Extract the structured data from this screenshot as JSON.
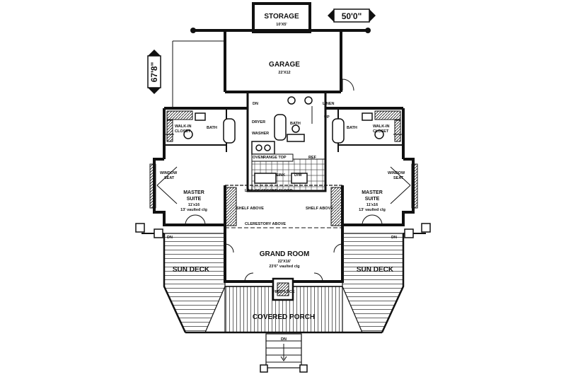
{
  "plan": {
    "dimensions": {
      "width": "50'0\"",
      "depth": "67'8\""
    },
    "rooms": {
      "storage": {
        "name": "STORAGE",
        "size": "10'X5'"
      },
      "garage": {
        "name": "GARAGE",
        "size": "22'X12"
      },
      "master_left": {
        "name_line1": "MASTER",
        "name_line2": "SUITE",
        "size": "11'x16",
        "ceiling": "13' vaulted clg"
      },
      "master_right": {
        "name_line1": "MASTER",
        "name_line2": "SUITE",
        "size": "11'x16",
        "ceiling": "13' vaulted clg"
      },
      "grand_room": {
        "name": "GRAND ROOM",
        "size": "22'X16'",
        "ceiling": "23'6\" vaulted clg"
      },
      "sun_deck_left": {
        "name": "SUN DECK"
      },
      "sun_deck_right": {
        "name": "SUN DECK"
      },
      "covered_porch": {
        "name": "COVERED PORCH"
      }
    },
    "labels": {
      "linen": "LINEN",
      "dn_top": "DN",
      "up": "UP",
      "bath_center": "BATH",
      "dryer": "DRYER",
      "washer": "WASHER",
      "oven": "OVEN",
      "range_top": "RANGE TOP",
      "ref": "REF",
      "sink": "SINK",
      "dw": "D/W",
      "bath_left": "BATH",
      "bath_right": "BATH",
      "walkin_left_1": "WALK-IN",
      "walkin_left_2": "CLOSET",
      "walkin_right_1": "WALK-IN",
      "walkin_right_2": "CLOSET",
      "window_seat_left_1": "WINDOW",
      "window_seat_left_2": "SEAT",
      "window_seat_right_1": "WINDOW",
      "window_seat_right_2": "SEAT",
      "line_second_floor": "LINE OF SECOND FLOOR",
      "shelf_above_left": "SHELF ABOVE",
      "shelf_above_right": "SHELF ABOVE",
      "clerestory": "CLERESTORY ABOVE",
      "fireplace": "FIREPLACE",
      "dn_left": "DN",
      "dn_right": "DN",
      "dn_porch": "DN"
    }
  }
}
